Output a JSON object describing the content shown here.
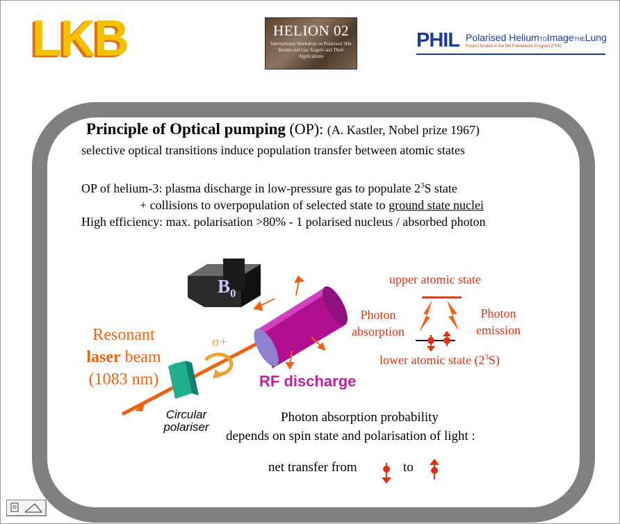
{
  "logos": {
    "lkb": "LKB",
    "helion_title": "HELION 02",
    "helion_sub": "International Workshop on Polarized 3He Beams and Gas Targets and Their Applications",
    "phil_big": "PHIL",
    "phil_tagline_1": "Polarised Helium",
    "phil_tagline_to": "TO",
    "phil_tagline_2": "Image",
    "phil_tagline_the": "THE",
    "phil_tagline_3": "Lung",
    "phil_sub": "Project funded in the 5th Framework Program (FP5)"
  },
  "colors": {
    "frame_gray": "#808080",
    "orange": "#f06010",
    "magenta": "#c020a0",
    "red": "#e03010",
    "phil_blue": "#1a3aa0"
  },
  "title": {
    "bold": "Principle of Optical pumping",
    "op": " (OP): ",
    "credit": "(A. Kastler, Nobel prize 1967)"
  },
  "lines": {
    "l1": "selective optical transitions induce population transfer between atomic states",
    "l2_a": "OP of helium-3: plasma discharge in low-pressure gas to populate 2",
    "l2_sup": "3",
    "l2_b": "S state",
    "l3_a": "+ collisions to overpopulation of selected state to ",
    "l3_u": "ground state nuclei",
    "l4": "High efficiency: max. polarisation >80% - 1 polarised nucleus / absorbed photon"
  },
  "diagram": {
    "magnet_label": "B",
    "magnet_sub": "0",
    "beam_1": "Resonant",
    "beam_2a": "laser",
    "beam_2b": " beam",
    "beam_3": "(1083 nm)",
    "sigma": "σ+",
    "polariser_1": "Circular",
    "polariser_2": "polariser",
    "rf": "RF discharge",
    "upper_state": "upper atomic state",
    "absorption_1": "Photon",
    "absorption_2": "absorption",
    "emission_1": "Photon",
    "emission_2": "emission",
    "lower_state_a": "lower atomic state (2",
    "lower_state_sup": "3",
    "lower_state_b": "S)"
  },
  "bottom": {
    "p1": "Photon absorption probability",
    "p2": "depends on spin state and polarisation of light :",
    "net_a": "net transfer from",
    "net_to": "to"
  },
  "icons": {
    "help": "help-icon"
  }
}
